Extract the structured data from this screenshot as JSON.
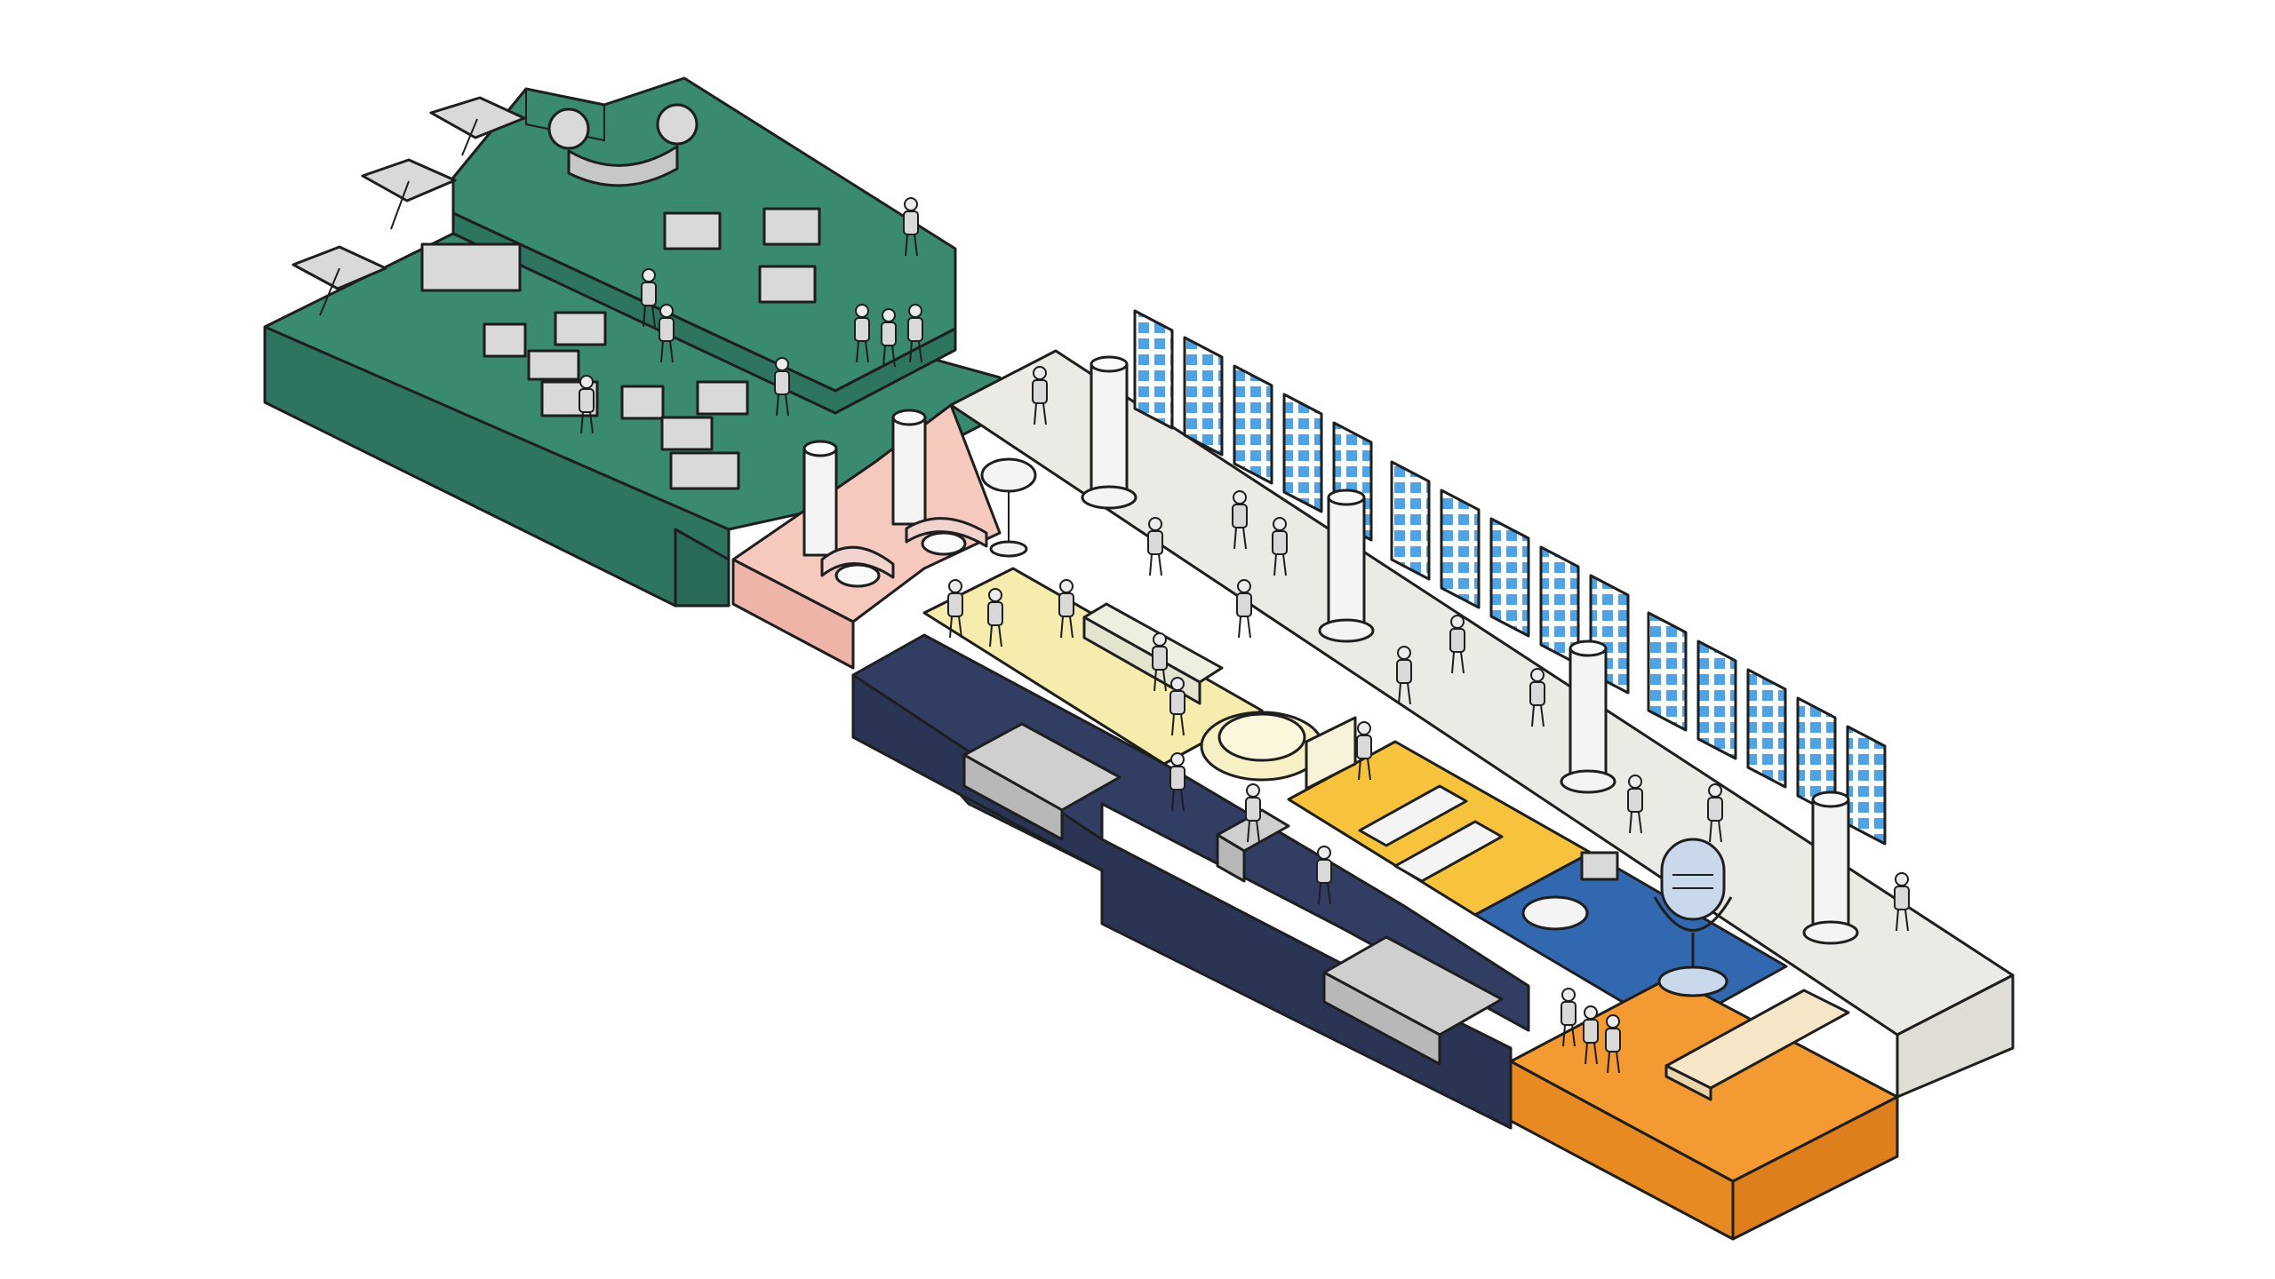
{
  "image": {
    "kind": "isometric office floor plan illustration",
    "text_labels": []
  },
  "zones": [
    {
      "id": "rooftop-terrace",
      "icon": "umbrella-lounge",
      "color": "#2f7a63"
    },
    {
      "id": "cafe-booths",
      "icon": "booth-seating",
      "color": "#f6c9bf"
    },
    {
      "id": "pantry-bar",
      "icon": "coffee-bar",
      "color": "#f5ecad"
    },
    {
      "id": "main-corridor",
      "icon": "walkway",
      "color": "#eceae4"
    },
    {
      "id": "lounge-dark",
      "icon": "sofa",
      "color": "#323d63"
    },
    {
      "id": "workshop-desks",
      "icon": "desks",
      "color": "#f7c33d"
    },
    {
      "id": "podcast-studio",
      "icon": "microphone",
      "color": "#3168b0"
    },
    {
      "id": "boardroom",
      "icon": "conference-table",
      "color": "#f39b32"
    }
  ],
  "colors": {
    "outline": "#1e1e1e",
    "window": "#4da3e6",
    "column": "#f4f4f4",
    "prop": "#d9d9d9"
  }
}
